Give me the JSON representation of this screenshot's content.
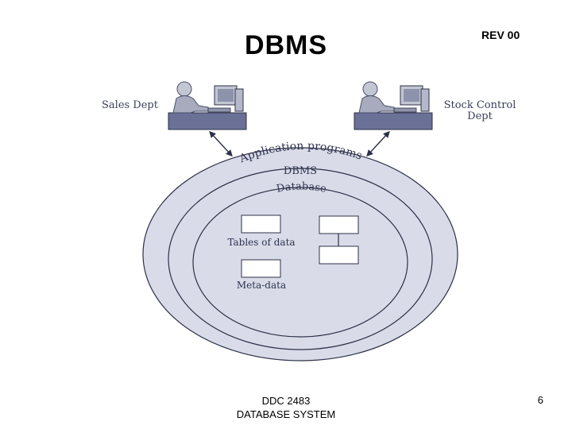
{
  "header": {
    "title": "DBMS",
    "revision": "REV 00"
  },
  "footer": {
    "course_code": "DDC 2483",
    "course_name": "DATABASE SYSTEM",
    "page_number": "6"
  },
  "diagram": {
    "sales_dept": "Sales Dept",
    "stock_control_line1": "Stock Control",
    "stock_control_line2": "Dept",
    "ring_application": "Application programs",
    "ring_dbms": "DBMS",
    "ring_database": "Database",
    "tables_label": "Tables of data",
    "meta_label": "Meta-data"
  },
  "colors": {
    "ring_fill": "#d9dce8",
    "ring_stroke": "#2c3047",
    "desk": "#6b7196",
    "figure": "#a7abbd"
  }
}
